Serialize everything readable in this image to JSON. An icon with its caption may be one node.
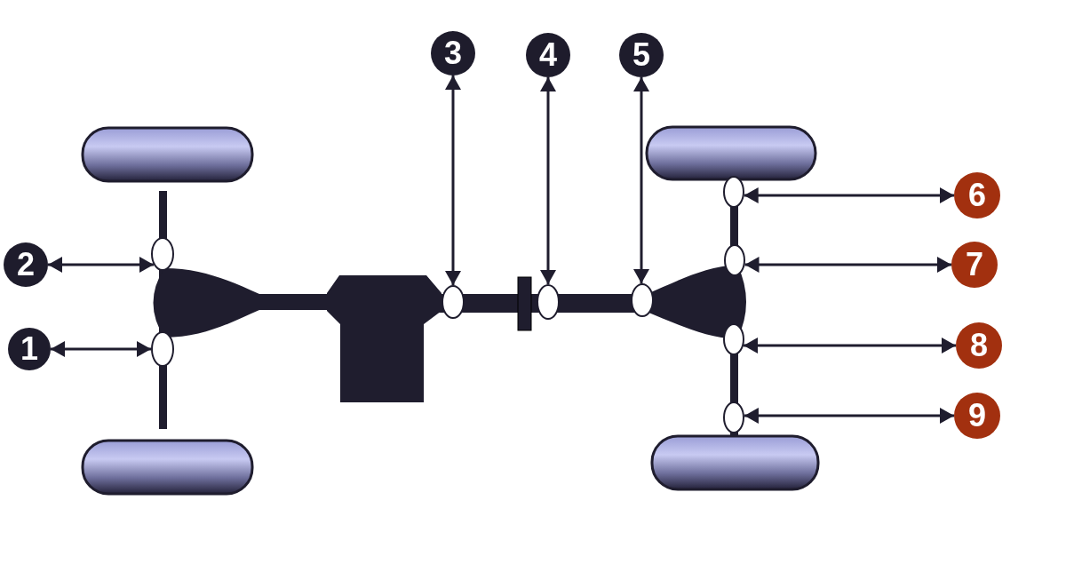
{
  "diagram": {
    "nodes": [
      {
        "text": [
          "1"
        ]
      },
      {
        "text": [
          "2"
        ]
      },
      {
        "text": [
          "3"
        ]
      },
      {
        "text": [
          "4"
        ]
      },
      {
        "text": [
          "5"
        ]
      },
      {
        "text": [
          "6"
        ]
      },
      {
        "text": [
          "7"
        ]
      },
      {
        "text": [
          "8"
        ]
      },
      {
        "text": [
          "9"
        ]
      },
      {
        "text": [],
        "shape": "circle"
      },
      {
        "text": [],
        "shape": "circle"
      },
      {
        "text": [],
        "shape": "circle"
      },
      {
        "text": [],
        "shape": "circle"
      },
      {
        "text": [],
        "shape": "circle"
      },
      {
        "text": [],
        "shape": "circle"
      },
      {
        "text": [],
        "shape": "circle"
      },
      {
        "text": [],
        "shape": "circle"
      },
      {
        "text": [],
        "shape": "circle"
      }
    ],
    "edges": [
      {
        "from": 0,
        "to": 9,
        "arrow": "both"
      },
      {
        "from": 1,
        "to": 10,
        "arrow": "both"
      },
      {
        "from": 2,
        "to": 11,
        "arrow": "both"
      },
      {
        "from": 3,
        "to": 12,
        "arrow": "both"
      },
      {
        "from": 4,
        "to": 13,
        "arrow": "both"
      },
      {
        "from": 5,
        "to": 14,
        "arrow": "both"
      },
      {
        "from": 6,
        "to": 15,
        "arrow": "both"
      },
      {
        "from": 7,
        "to": 16,
        "arrow": "both"
      },
      {
        "from": 8,
        "to": 17,
        "arrow": "both"
      }
    ]
  }
}
